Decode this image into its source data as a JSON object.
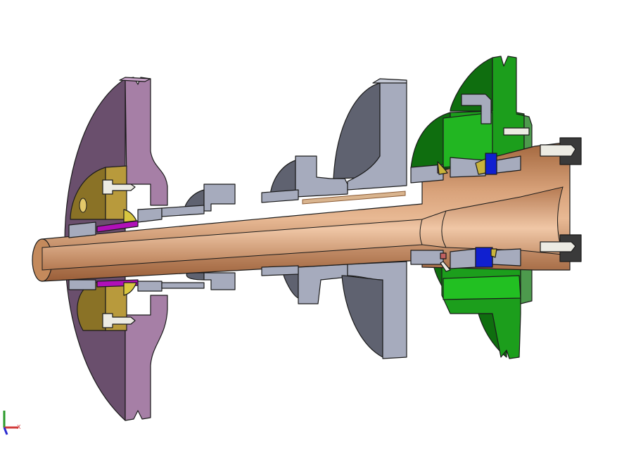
{
  "view": {
    "type": "CAD section view",
    "subject": "Spindle shaft assembly cross-section",
    "background": "#ffffff"
  },
  "parts": [
    {
      "id": "shaft",
      "label": "Hollow tapered shaft",
      "color": "#c48a5c"
    },
    {
      "id": "left-flange",
      "label": "Large flange (left)",
      "color": "#a67fa6"
    },
    {
      "id": "left-hub",
      "label": "Bearing hub (left)",
      "color": "#b89a3c"
    },
    {
      "id": "sleeve",
      "label": "Sleeve",
      "color": "#b010b8"
    },
    {
      "id": "middle-plates",
      "label": "Support plates (middle)",
      "color": "#a6abbd"
    },
    {
      "id": "right-housing",
      "label": "Bearing housing (right)",
      "color": "#1c9e1c"
    },
    {
      "id": "right-bearing-cage",
      "label": "Tapered bearing spacer",
      "color": "#1020d0"
    },
    {
      "id": "end-caps",
      "label": "End nuts",
      "color": "#3a3a3a"
    },
    {
      "id": "bolts",
      "label": "Bolts",
      "color": "#e8e6dc"
    }
  ],
  "axis_triad": {
    "x_label": "X",
    "x_color": "#d23b3b",
    "y_color": "#2a9a2a",
    "z_color": "#2a2ad0"
  }
}
